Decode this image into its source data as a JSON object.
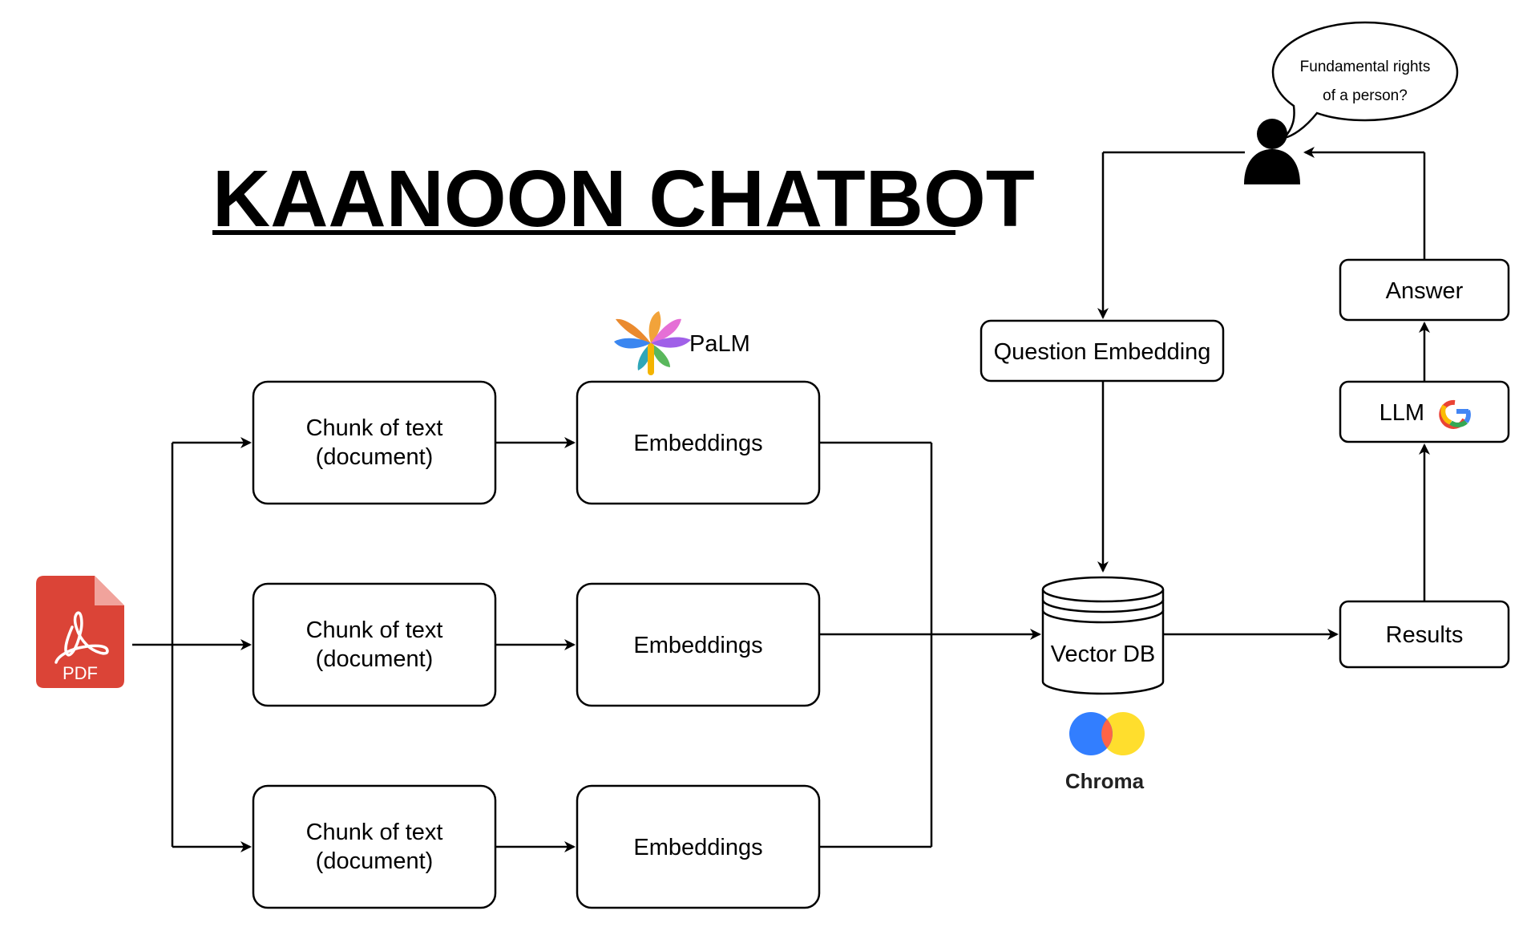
{
  "title": "KAANOON CHATBOT",
  "pdf": {
    "label": "PDF"
  },
  "chunks": [
    {
      "line1": "Chunk of text",
      "line2": "(document)"
    },
    {
      "line1": "Chunk of text",
      "line2": "(document)"
    },
    {
      "line1": "Chunk of text",
      "line2": "(document)"
    }
  ],
  "embeddings": [
    {
      "label": "Embeddings"
    },
    {
      "label": "Embeddings"
    },
    {
      "label": "Embeddings"
    }
  ],
  "palm": {
    "label": "PaLM"
  },
  "question_embedding": {
    "label": "Question Embedding"
  },
  "vector_db": {
    "label": "Vector DB"
  },
  "chroma": {
    "label": "Chroma"
  },
  "results": {
    "label": "Results"
  },
  "llm": {
    "label": "LLM"
  },
  "answer": {
    "label": "Answer"
  },
  "speech": {
    "line1": "Fundamental rights",
    "line2": "of a person?"
  },
  "colors": {
    "pdf_red": "#db4437",
    "pdf_fold": "#f1a39c",
    "chroma_blue": "#327eff",
    "chroma_orange": "#ff6446",
    "chroma_yellow": "#ffde2d",
    "google_blue": "#4285f4",
    "google_red": "#ea4335",
    "google_yellow": "#fbbc05",
    "google_green": "#34a853"
  }
}
